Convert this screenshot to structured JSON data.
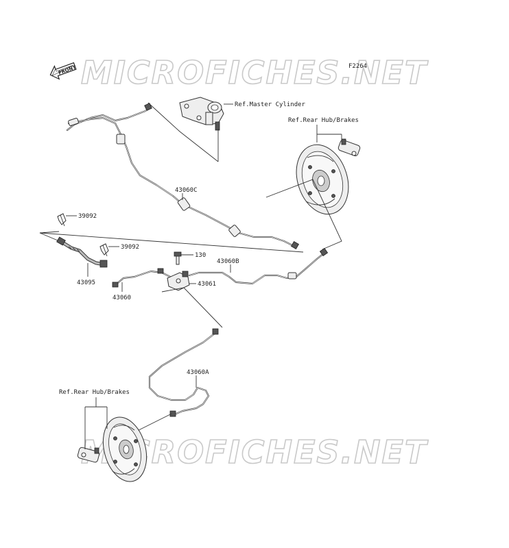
{
  "watermark": {
    "top_text": "MICROFICHES.NET",
    "bottom_text": "MICROFICHES.NET"
  },
  "figure_code": "F2264",
  "front_label": "FRONT",
  "refs": {
    "master_cylinder": "Ref.Master Cylinder",
    "rear_hub_brakes_top": "Ref.Rear Hub/Brakes",
    "rear_hub_brakes_bottom": "Ref.Rear Hub/Brakes"
  },
  "parts": {
    "p43060c": "43060C",
    "p39092_a": "39092",
    "p39092_b": "39092",
    "p130": "130",
    "p43060b": "43060B",
    "p43095": "43095",
    "p43061": "43061",
    "p43060": "43060",
    "p43060a": "43060A"
  }
}
